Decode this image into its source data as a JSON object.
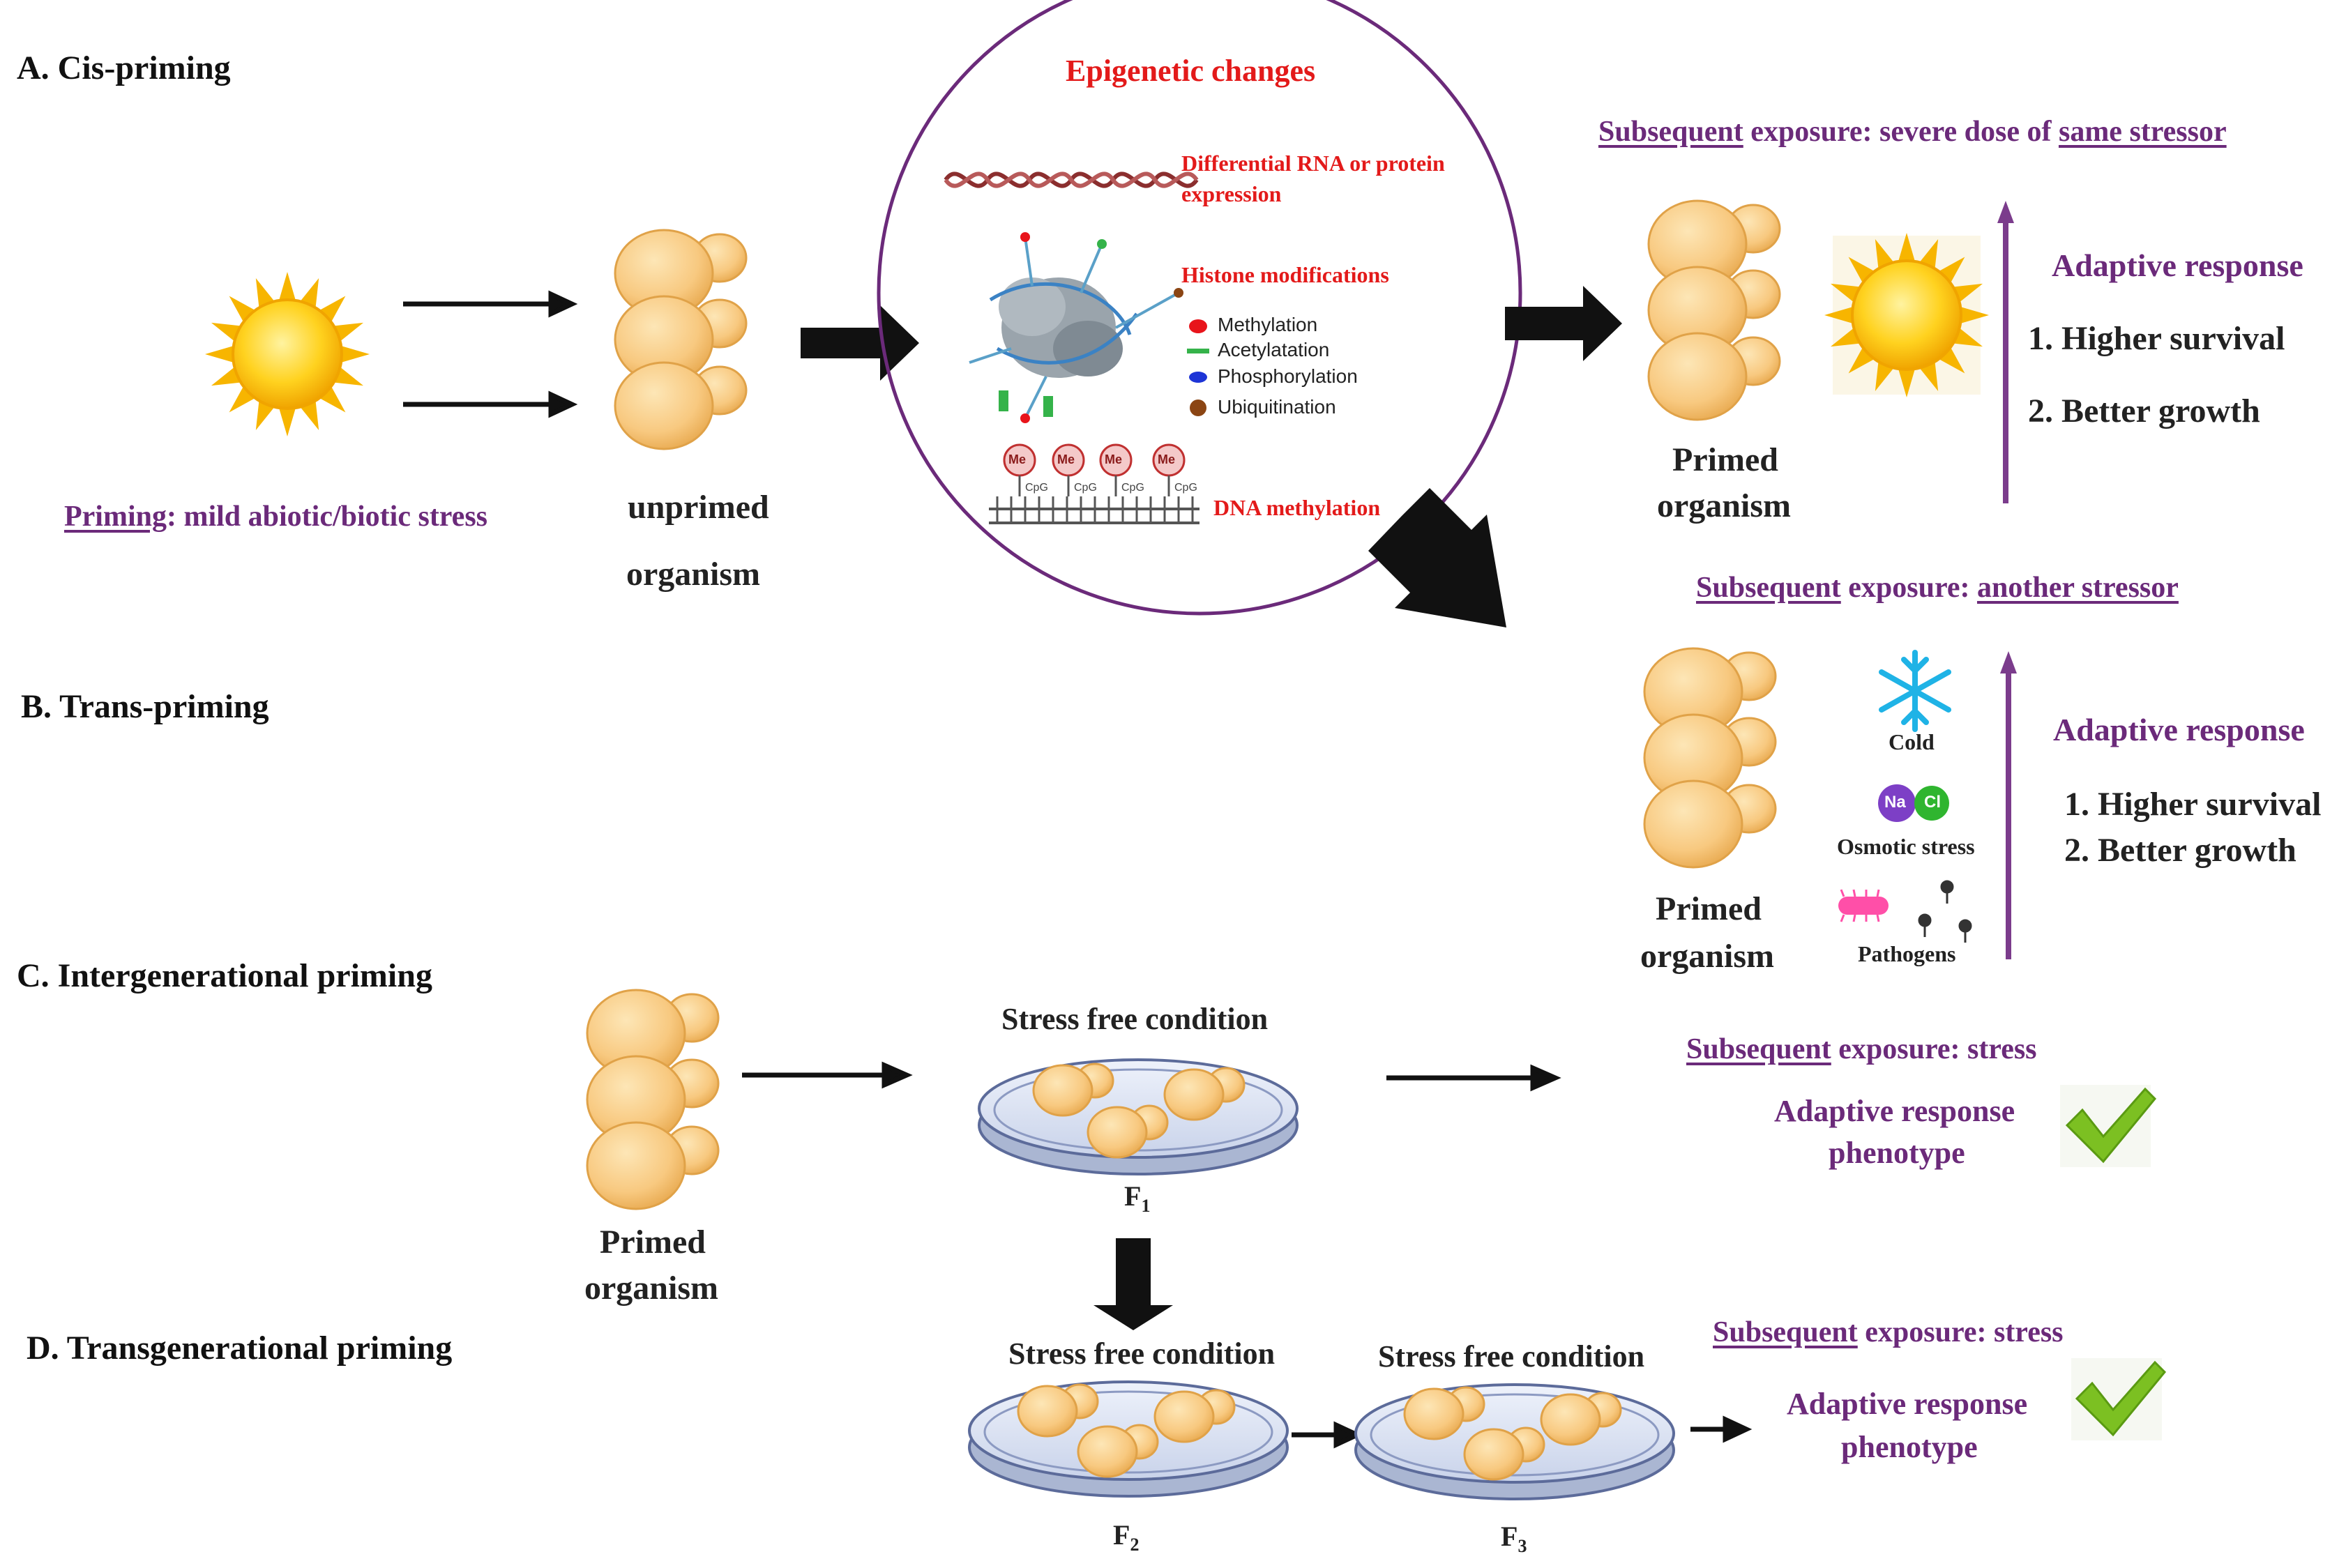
{
  "sections": {
    "a": "A. Cis-priming",
    "b": "B. Trans-priming",
    "c": "C. Intergenerational priming",
    "d": "D. Transgenerational priming"
  },
  "priming": {
    "label": "Priming",
    "rest": ": mild abiotic/biotic stress"
  },
  "unprimed": {
    "line1": "unprimed",
    "line2": "organism"
  },
  "primed": {
    "line1": "Primed",
    "line2": "organism"
  },
  "epigenetic": {
    "title": "Epigenetic changes",
    "diff_line1": "Differential RNA or protein",
    "diff_line2": "expression",
    "histone": "Histone modifications",
    "legend": [
      "Methylation",
      "Acetylatation",
      "Phosphorylation",
      "Ubiquitination"
    ],
    "legend_colors": [
      "#e8141b",
      "#35b34a",
      "#1d34d6",
      "#8b4513"
    ],
    "dna": "DNA methylation",
    "me": "Me",
    "cpg": "CpG"
  },
  "cis_exposure": {
    "w1": "Subsequent",
    "w2": " exposure: severe dose of ",
    "w3": "same stressor"
  },
  "trans_exposure": {
    "w1": "Subsequent",
    "w2": " exposure: ",
    "w3": "another stressor"
  },
  "stress_exposure": {
    "w1": "Subsequent",
    "w2": " exposure: stress"
  },
  "adaptive": {
    "title": "Adaptive response",
    "item1": "1. Higher survival",
    "item2": "2. Better growth"
  },
  "stressors": {
    "cold": "Cold",
    "osmotic": "Osmotic stress",
    "pathogens": "Pathogens",
    "na": "Na",
    "cl": "Cl"
  },
  "stress_free": "Stress free condition",
  "gens": {
    "f1": "F",
    "f1_sub": "1",
    "f2": "F",
    "f2_sub": "2",
    "f3": "F",
    "f3_sub": "3"
  },
  "phenotype": {
    "line1": "Adaptive response",
    "line2": "phenotype"
  },
  "colors": {
    "purple": "#6b2a7a",
    "red": "#e31a1a",
    "yeast": "#f7c776",
    "check": "#7cc022"
  }
}
